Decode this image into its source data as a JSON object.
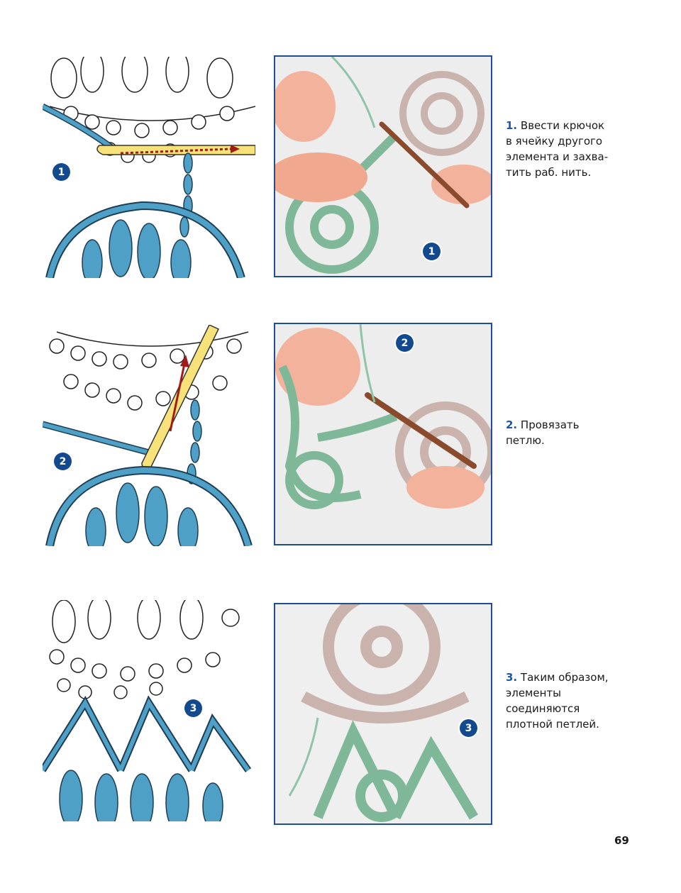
{
  "steps": [
    {
      "number": "1",
      "badge": "1",
      "number_label": "1.",
      "lines": [
        "Ввести крючок",
        "в ячейку другого",
        "элемента и захва-",
        "тить раб. нить."
      ]
    },
    {
      "number": "2",
      "badge": "2",
      "number_label": "2.",
      "lines": [
        "Провязать",
        "петлю."
      ]
    },
    {
      "number": "3",
      "badge": "3",
      "number_label": "3.",
      "lines": [
        "Таким образом,",
        "элементы",
        "соединяются",
        "плотной петлей."
      ]
    }
  ],
  "page_number": "69",
  "colors": {
    "badge": "#13498f",
    "caption_number": "#1e56a8",
    "photo_border": "#1e4e93",
    "blue_yarn": "#4fa0c6",
    "green_yarn": "#7fb898",
    "pink_yarn": "#c9b3ac",
    "hook_yellow": "#f7e27a",
    "arrow_red": "#a11b1b"
  }
}
